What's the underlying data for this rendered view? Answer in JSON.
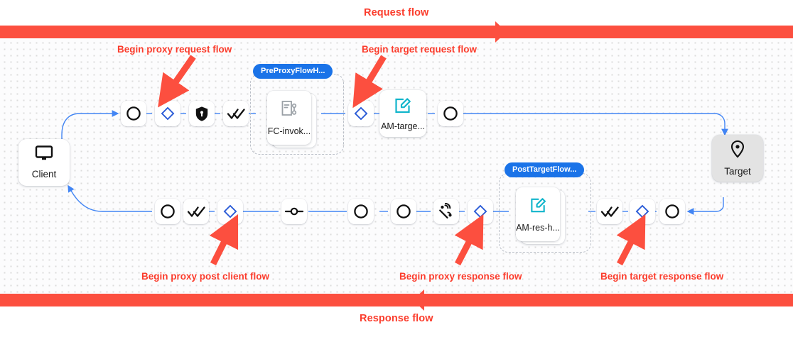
{
  "flow_bars": {
    "request": {
      "label": "Request flow",
      "direction": "right",
      "color": "#fc4f3f"
    },
    "response": {
      "label": "Response flow",
      "direction": "left",
      "color": "#fc4f3f"
    }
  },
  "endpoints": {
    "client": {
      "label": "Client",
      "icon": "monitor-icon",
      "bg": "#ffffff"
    },
    "target": {
      "label": "Target",
      "icon": "location-pin-icon",
      "bg": "#e3e3e3"
    }
  },
  "groups": [
    {
      "id": "preproxy",
      "pill_label": "PreProxyFlowH...",
      "pill_color": "#1a73e8"
    },
    {
      "id": "posttarget",
      "pill_label": "PostTargetFlow...",
      "pill_color": "#1a73e8"
    }
  ],
  "policy_cards": [
    {
      "id": "fc-invoke",
      "label": "FC-invok...",
      "icon": "flow-callout-icon",
      "group": "preproxy"
    },
    {
      "id": "am-res-h",
      "label": "AM-res-h...",
      "icon": "edit-square-icon",
      "group": "posttarget"
    }
  ],
  "big_nodes": [
    {
      "id": "am-target",
      "label": "AM-targe...",
      "icon": "edit-square-icon",
      "accent": "#12b5cb"
    }
  ],
  "request_row": [
    {
      "id": "req-start",
      "icon": "circle-icon"
    },
    {
      "id": "req-proxy-flow",
      "icon": "diamond-icon",
      "accent": "#2a5bd7"
    },
    {
      "id": "req-security",
      "icon": "shield-lock-icon"
    },
    {
      "id": "req-checks",
      "icon": "double-check-icon"
    },
    {
      "id": "req-target-flow",
      "icon": "diamond-icon",
      "accent": "#2a5bd7"
    },
    {
      "id": "req-end",
      "icon": "circle-icon"
    }
  ],
  "response_row": [
    {
      "id": "res-post-client-start",
      "icon": "circle-icon"
    },
    {
      "id": "res-post-client-checks",
      "icon": "double-check-icon"
    },
    {
      "id": "res-post-client-flow",
      "icon": "diamond-icon",
      "accent": "#2a5bd7"
    },
    {
      "id": "res-node-marker",
      "icon": "inline-node-icon"
    },
    {
      "id": "res-mid-a",
      "icon": "circle-icon"
    },
    {
      "id": "res-mid-b",
      "icon": "circle-icon"
    },
    {
      "id": "res-broadcast",
      "icon": "broadcast-icon"
    },
    {
      "id": "res-proxy-flow",
      "icon": "diamond-icon",
      "accent": "#2a5bd7"
    },
    {
      "id": "res-target-checks",
      "icon": "double-check-icon"
    },
    {
      "id": "res-target-flow",
      "icon": "diamond-icon",
      "accent": "#2a5bd7"
    },
    {
      "id": "res-target-start",
      "icon": "circle-icon"
    }
  ],
  "annotations": [
    {
      "id": "anno-proxy-request",
      "text": "Begin proxy request flow"
    },
    {
      "id": "anno-target-request",
      "text": "Begin target request flow"
    },
    {
      "id": "anno-proxy-post-client",
      "text": "Begin proxy post client flow"
    },
    {
      "id": "anno-proxy-response",
      "text": "Begin proxy response flow"
    },
    {
      "id": "anno-target-response",
      "text": "Begin target response flow"
    }
  ],
  "colors": {
    "flow_red": "#fc4f3f",
    "wire_blue": "#4285f4",
    "diamond_blue": "#2a5bd7",
    "pill_blue": "#1a73e8",
    "teal": "#12b5cb",
    "target_bg": "#e3e3e3"
  }
}
